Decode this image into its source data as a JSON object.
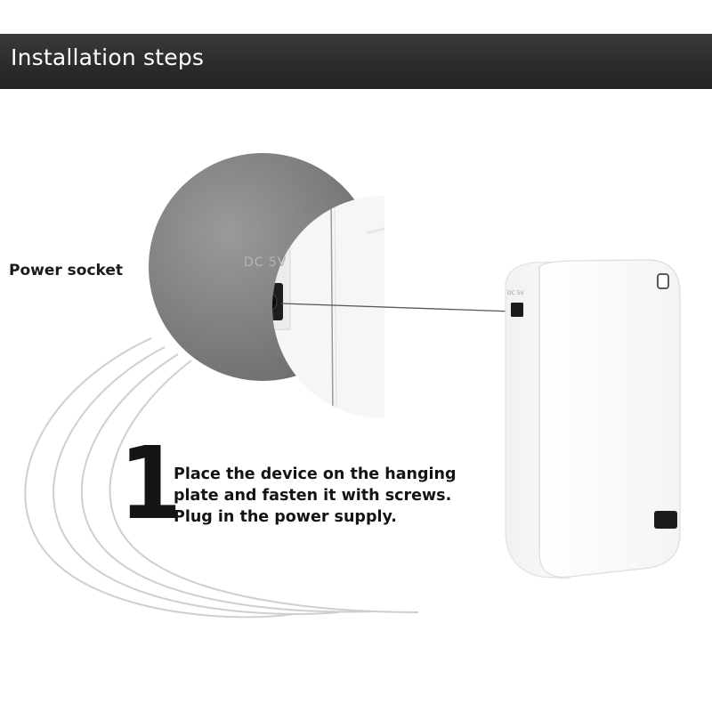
{
  "header": {
    "title": "Installation steps"
  },
  "callout": {
    "label": "Power socket",
    "port_marking": "DC 5V",
    "device_port_marking": "DC 5V"
  },
  "step": {
    "number": "1",
    "lines": [
      "Place the device on the hanging",
      "plate and fasten it with screws.",
      "Plug in the power supply."
    ]
  },
  "colors": {
    "header_bg": "#2b2b2b",
    "header_text": "#ffffff",
    "text": "#141414",
    "device_body": "#f7f7f7",
    "zoom_circle": "#8a8a8a"
  },
  "icons": [
    "power-socket-icon",
    "device-button-icon",
    "device-indicator-icon"
  ]
}
